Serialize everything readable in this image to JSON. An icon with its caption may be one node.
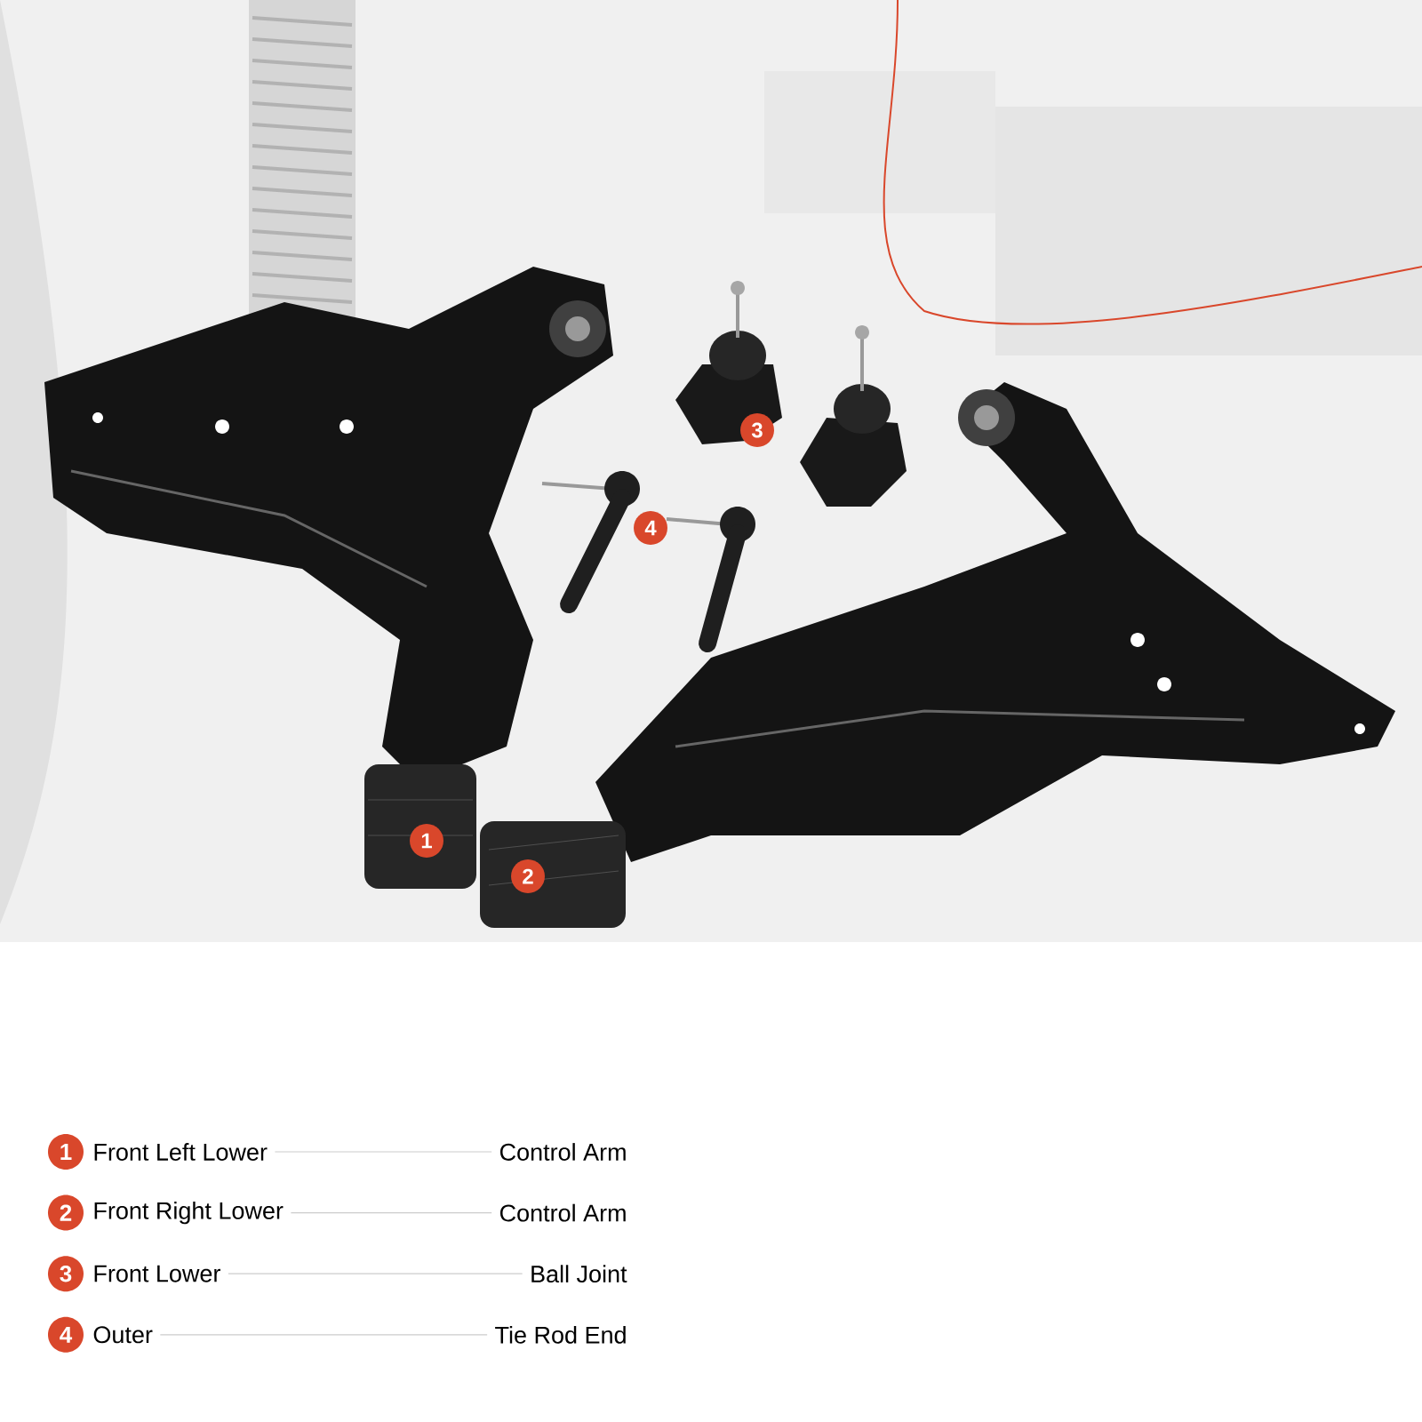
{
  "diagram": {
    "labels": [
      "3",
      "4",
      "1",
      "2",
      "1",
      "Front Left Lower",
      "Control Arm",
      "2",
      "Front Right Lower",
      "Control Arm",
      "3",
      "Front Lower",
      "Ball Joint",
      "4",
      "Outer",
      "Tie Rod End"
    ]
  }
}
